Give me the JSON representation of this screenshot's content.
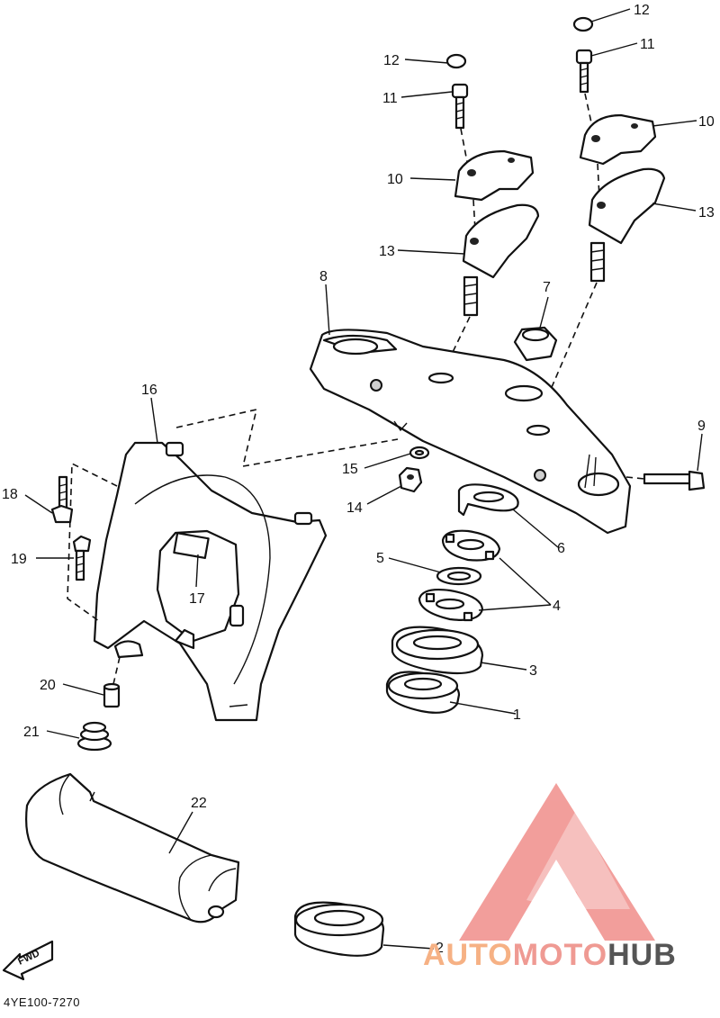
{
  "diagram_code": "4YE100-7270",
  "fwd_label": "FWD",
  "logo": {
    "part1": "AUTO",
    "part2": "MOTO",
    "part3": "HUB",
    "color": "#e8504a"
  },
  "callouts": [
    "1",
    "2",
    "3",
    "4",
    "5",
    "6",
    "7",
    "8",
    "9",
    "10",
    "10",
    "11",
    "11",
    "12",
    "12",
    "13",
    "13",
    "14",
    "15",
    "16",
    "17",
    "18",
    "19",
    "20",
    "21",
    "22"
  ]
}
